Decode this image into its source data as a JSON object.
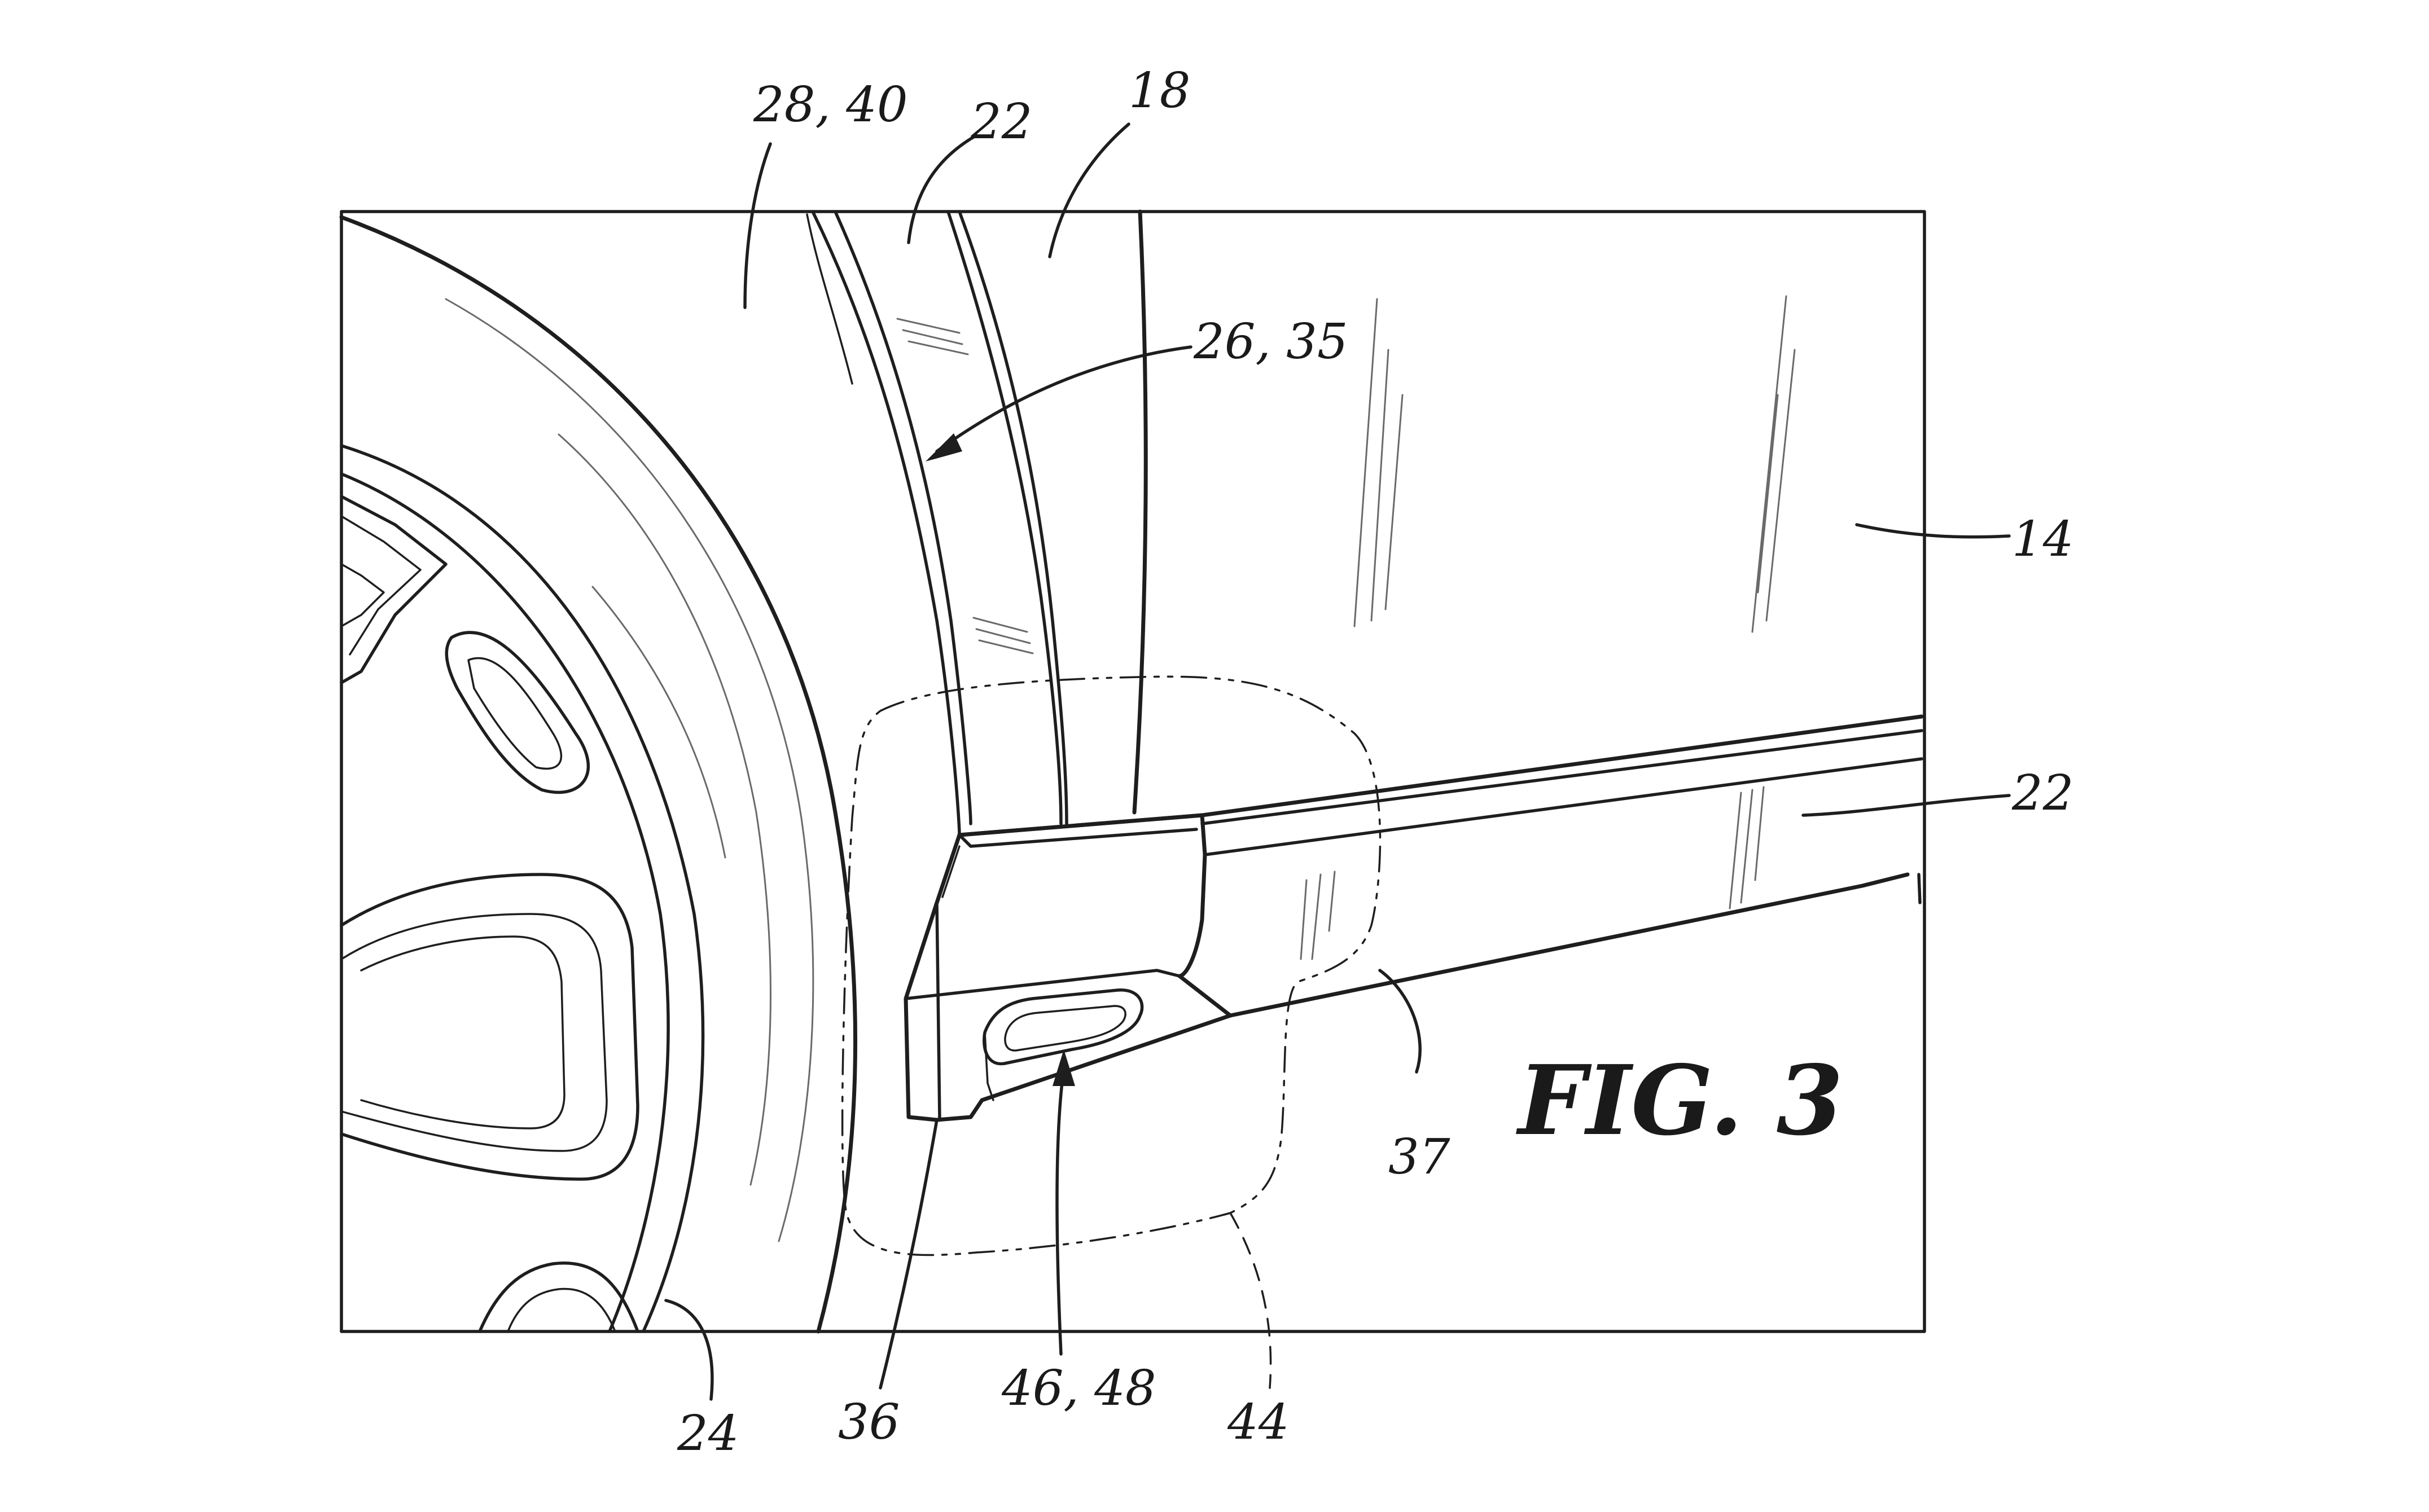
{
  "figure": {
    "title": "FIG. 3",
    "reference_numerals": {
      "r28_40": "28, 40",
      "r22_top": "22",
      "r18": "18",
      "r26_35": "26, 35",
      "r14": "14",
      "r22_right": "22",
      "r37": "37",
      "r24": "24",
      "r36": "36",
      "r46_48": "46, 48",
      "r44": "44"
    }
  }
}
